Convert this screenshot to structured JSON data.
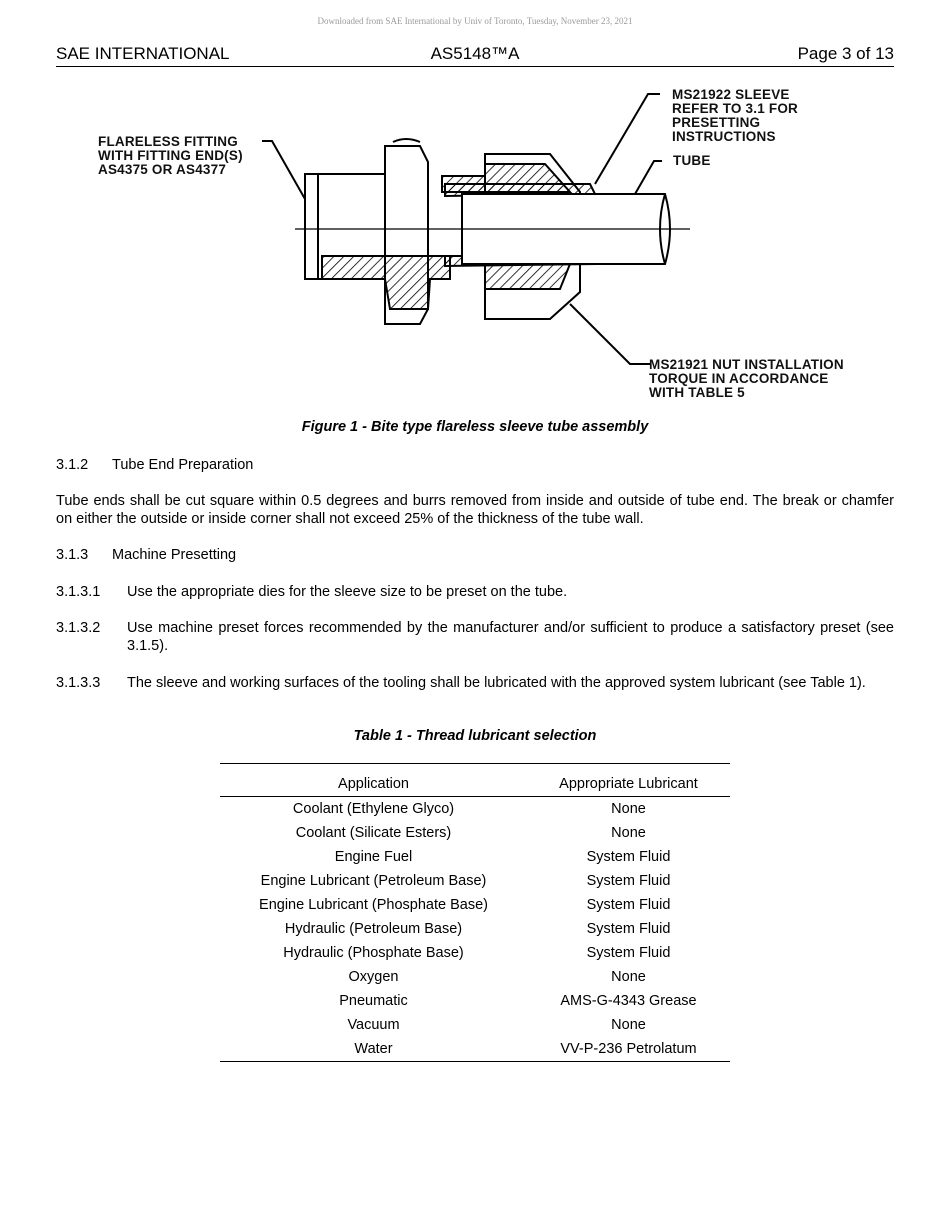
{
  "download_note": "Downloaded from SAE International by Univ of Toronto, Tuesday, November 23, 2021",
  "header": {
    "left": "SAE INTERNATIONAL",
    "center": "AS5148™A",
    "right": "Page 3 of 13"
  },
  "figure": {
    "labels": {
      "fitting": "FLARELESS FITTING\nWITH FITTING END(S)\nAS4375 OR AS4377",
      "sleeve": "MS21922 SLEEVE\nREFER TO 3.1 FOR\nPRESETTING\nINSTRUCTIONS",
      "tube": "TUBE",
      "nut": "MS21921 NUT INSTALLATION\nTORQUE IN ACCORDANCE\nWITH TABLE 5"
    },
    "caption": "Figure 1 - Bite type flareless sleeve tube assembly"
  },
  "sections": {
    "s312": {
      "number": "3.1.2",
      "title": "Tube End Preparation",
      "body": "Tube ends shall be cut square within 0.5 degrees and burrs removed from inside and outside of tube end. The break or chamfer on either the outside or inside corner shall not exceed 25% of the thickness of the tube wall."
    },
    "s313": {
      "number": "3.1.3",
      "title": "Machine Presetting"
    },
    "items": [
      {
        "number": "3.1.3.1",
        "text": "Use the appropriate dies for the sleeve size to be preset on the tube."
      },
      {
        "number": "3.1.3.2",
        "text": "Use machine preset forces recommended by the manufacturer and/or sufficient to produce a satisfactory preset (see 3.1.5)."
      },
      {
        "number": "3.1.3.3",
        "text": "The sleeve and working surfaces of the tooling shall be lubricated with the approved system lubricant (see Table 1)."
      }
    ]
  },
  "table": {
    "caption": "Table 1 - Thread lubricant selection",
    "headers": [
      "Application",
      "Appropriate Lubricant"
    ],
    "rows": [
      [
        "Coolant (Ethylene Glyco)",
        "None"
      ],
      [
        "Coolant (Silicate Esters)",
        "None"
      ],
      [
        "Engine Fuel",
        "System Fluid"
      ],
      [
        "Engine Lubricant (Petroleum Base)",
        "System Fluid"
      ],
      [
        "Engine Lubricant (Phosphate Base)",
        "System Fluid"
      ],
      [
        "Hydraulic (Petroleum Base)",
        "System Fluid"
      ],
      [
        "Hydraulic (Phosphate Base)",
        "System Fluid"
      ],
      [
        "Oxygen",
        "None"
      ],
      [
        "Pneumatic",
        "AMS-G-4343 Grease"
      ],
      [
        "Vacuum",
        "None"
      ],
      [
        "Water",
        "VV-P-236 Petrolatum"
      ]
    ]
  }
}
